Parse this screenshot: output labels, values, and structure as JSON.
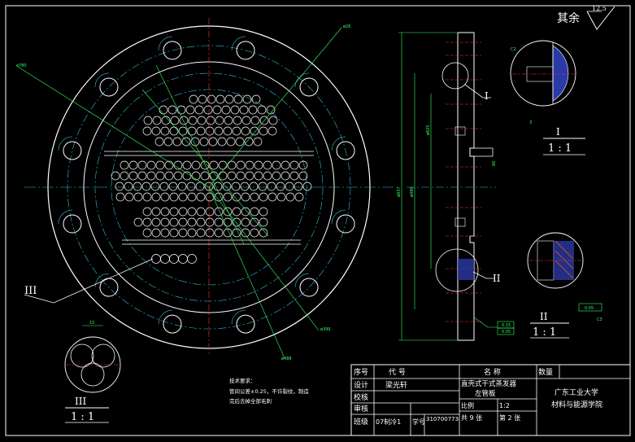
{
  "surface_roughness": {
    "text": "其余",
    "value": "12.5"
  },
  "dimension_labels": {
    "d780": "ø780",
    "d26": "ø26",
    "d399": "ø399",
    "d488": "ø488",
    "d837": "ø837",
    "d486": "ø486",
    "d825": "ø825",
    "d60": "60",
    "d15": "15",
    "d3": "3",
    "tol_015": "0.15",
    "tol_005": "0.05",
    "tol_005b": "0.05"
  },
  "detail_views": {
    "I": {
      "label": "I",
      "scale": "1 : 1",
      "chamfer": "C2"
    },
    "II": {
      "label": "II",
      "scale": "1 : 1",
      "chamfer": "C3"
    },
    "III": {
      "label": "III",
      "scale": "1 : 1"
    }
  },
  "tech_requirements": {
    "title": "技术要求：",
    "line1": "管间公差±0.25，不许裂纹，制造",
    "line2": "完后去掉全部毛刺"
  },
  "title_block": {
    "h_seq": "序号",
    "h_code": "代 号",
    "h_name": "名 称",
    "h_qty": "数量",
    "design": "设计",
    "designer": "梁光轩",
    "check": "校核",
    "review": "审核",
    "class": "班级",
    "class_val": "07制冷1",
    "student_no_label": "学号",
    "student_no": "310700773",
    "title_line1": "直壳式干式蒸发器",
    "title_line2": "左管板",
    "scale_label": "比例",
    "scale_val": "1:2",
    "sheets_total": "共 9 张",
    "sheet_no": "第 2 张",
    "school_line1": "广东工业大学",
    "school_line2": "材料与能源学院"
  }
}
